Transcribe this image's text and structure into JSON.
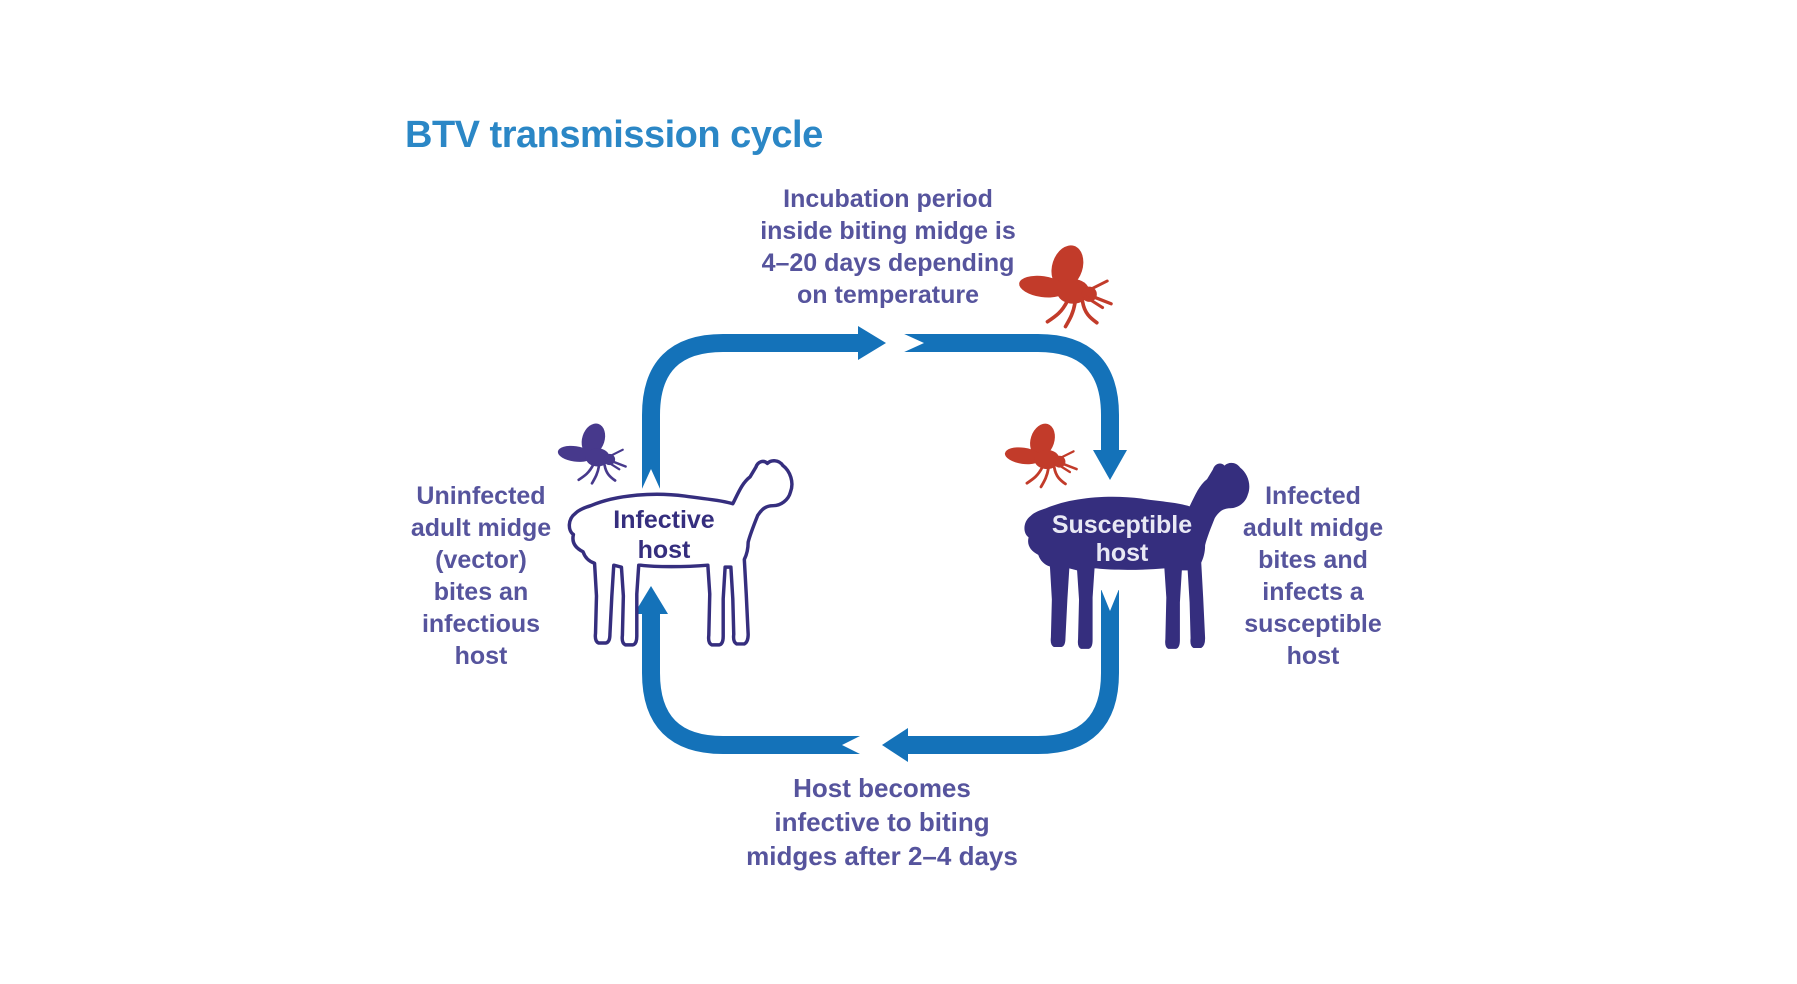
{
  "title": "BTV transmission cycle",
  "colors": {
    "title": "#2b87c6",
    "cycle_arrow": "#1472b9",
    "annotation_text": "#56549d",
    "sheep_navy": "#352e7e",
    "midge_red": "#c23b2a",
    "midge_purple": "#47398c",
    "susceptible_label": "#e8e8f4"
  },
  "annotations": {
    "incubation": "Incubation period\ninside biting midge is\n4–20 days depending\non temperature",
    "uninfected": "Uninfected\nadult midge\n(vector)\nbites an\ninfectious\nhost",
    "infected": "Infected\nadult midge\nbites and\ninfects a\nsusceptible\nhost",
    "host_becomes": "Host becomes\ninfective to biting\nmidges after 2–4 days"
  },
  "hosts": {
    "infective": "Infective\nhost",
    "susceptible": "Susceptible\nhost"
  },
  "icons": {
    "top_midge": "red-midge-icon",
    "right_midge": "red-midge-icon",
    "left_midge": "purple-midge-icon"
  },
  "cycle": {
    "direction": "clockwise",
    "segments": 4
  }
}
